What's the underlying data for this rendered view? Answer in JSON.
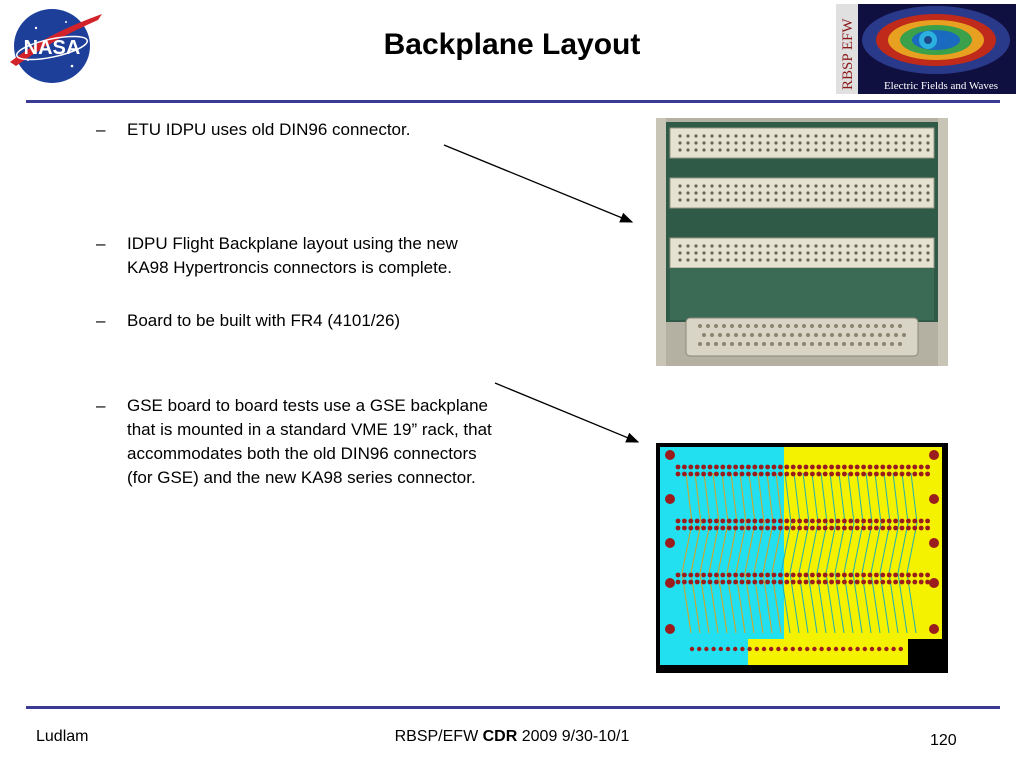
{
  "header": {
    "title": "Backplane Layout",
    "nasa_logo_text": "NASA",
    "efw_logo": {
      "side_text": "RBSP EFW",
      "bottom_text": "Electric Fields and Waves"
    }
  },
  "bullets": [
    {
      "dash": "–",
      "text": "ETU IDPU uses old DIN96 connector."
    },
    {
      "dash": "–",
      "text": "IDPU Flight Backplane layout using the new KA98 Hypertroncis connectors is complete."
    },
    {
      "dash": "–",
      "text": "Board to be built with FR4 (4101/26)"
    },
    {
      "dash": "–",
      "text": "GSE board to board tests use a GSE backplane that is mounted in a standard VME 19” rack, that accommodates both the old DIN96 connectors (for GSE) and the new KA98 series connector."
    }
  ],
  "footer": {
    "author": "Ludlam",
    "center_prefix": "RBSP/EFW ",
    "center_bold": "CDR",
    "center_suffix": " 2009 9/30-10/1",
    "page_number": "120"
  },
  "colors": {
    "rule": "#3b3b96",
    "pcb_cyan": "#22e0f0",
    "pcb_yellow": "#f5f200",
    "pcb_pad": "#9a1c1c"
  }
}
